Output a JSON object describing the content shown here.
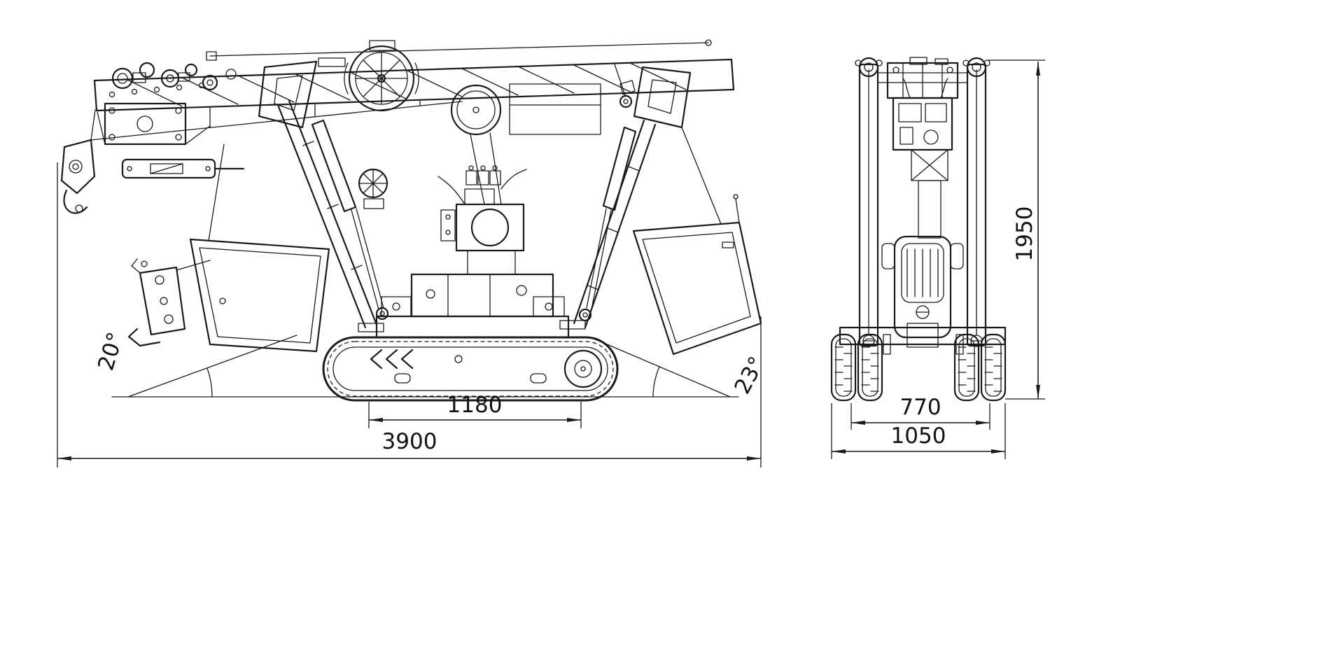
{
  "page": {
    "background": "#ffffff",
    "line_color": "#1a1a1a",
    "text_color": "#111111"
  },
  "side_view": {
    "dims": {
      "overall_length": "3900",
      "track_length": "1180",
      "angle_left": "20°",
      "angle_right": "23°"
    }
  },
  "front_view": {
    "dims": {
      "track_width": "770",
      "overall_width": "1050",
      "overall_height": "1950"
    }
  }
}
